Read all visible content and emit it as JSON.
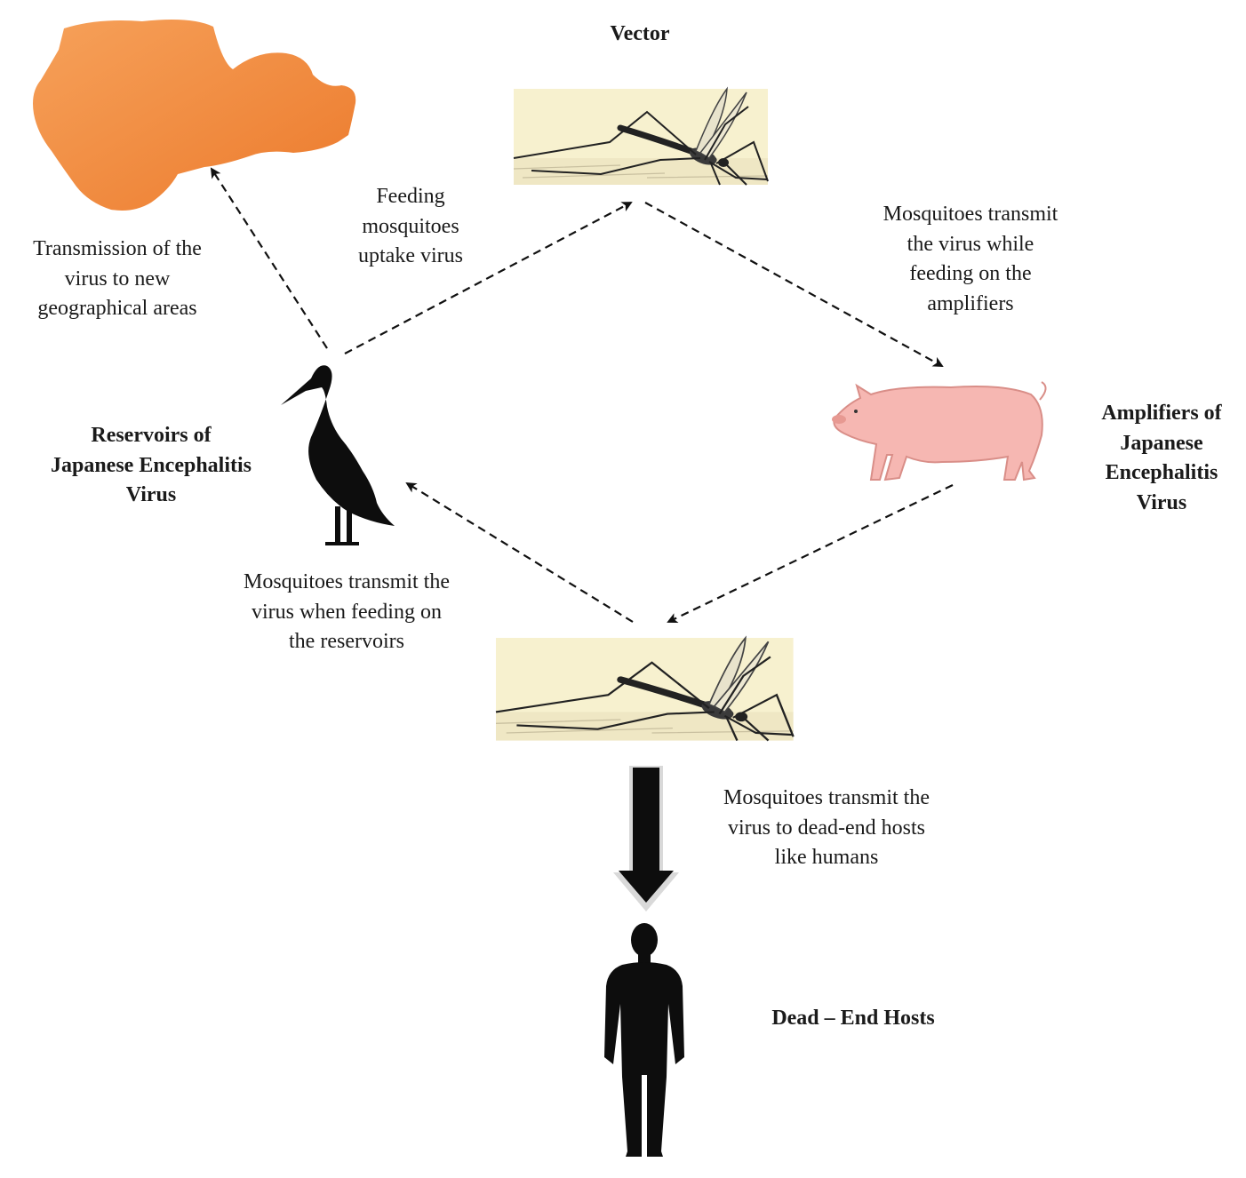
{
  "title": "Vector",
  "nodes": {
    "reservoirs": [
      "Reservoirs of",
      "Japanese Encephalitis",
      "Virus"
    ],
    "amplifiers": [
      "Amplifiers of",
      "Japanese",
      "Encephalitis",
      "Virus"
    ],
    "dead_end": "Dead – End Hosts"
  },
  "edges": {
    "transmission_new_areas": [
      "Transmission of the",
      "virus to new",
      "geographical areas"
    ],
    "feeding_uptake": [
      "Feeding",
      "mosquitoes",
      "uptake virus"
    ],
    "transmit_amplifiers": [
      "Mosquitoes transmit",
      "the virus while",
      "feeding on the",
      "amplifiers"
    ],
    "transmit_reservoirs": [
      "Mosquitoes transmit the",
      "virus when feeding on",
      "the reservoirs"
    ],
    "transmit_dead_end": [
      "Mosquitoes transmit the",
      "virus to dead-end hosts",
      "like humans"
    ]
  },
  "icons": {
    "region": "orange-region-map-icon",
    "bird": "stork-silhouette-icon",
    "pig": "pig-icon",
    "mosquito": "mosquito-icon",
    "human": "human-silhouette-icon"
  },
  "colors": {
    "region": "#f28c3c",
    "pig": "#f6b7b2",
    "mosquito_bg": "#f7f1cf",
    "silhouette": "#0d0d0d",
    "arrow": "#111111"
  }
}
